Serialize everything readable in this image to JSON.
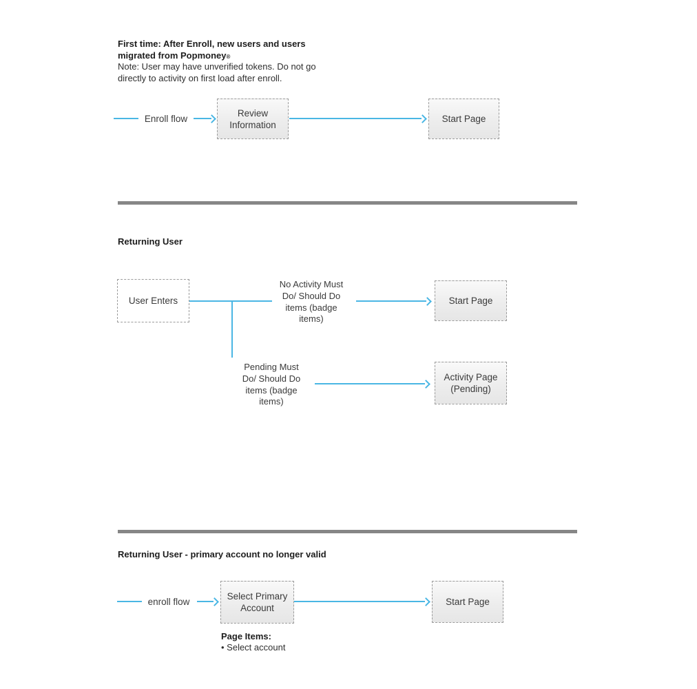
{
  "colors": {
    "arrow_blue": "#49b6e4",
    "divider_gray": "#868686",
    "box_border_gray": "#9a9a9a",
    "box_fill_gray": "#ededed",
    "text_dark": "#3a3a3a"
  },
  "sections": {
    "first_time": {
      "title": "First time: After Enroll, new users and users\nmigrated from Popmoney",
      "trademark": "®",
      "note": "Note: User may have unverified tokens. Do not go\ndirectly to activity on first load after enroll.",
      "flow_label": "Enroll flow",
      "review_box": "Review\nInformation",
      "start_box": "Start Page"
    },
    "returning_user": {
      "title": "Returning User",
      "user_enters_box": "User Enters",
      "no_activity_label": "No Activity Must\nDo/ Should Do\nitems (badge\nitems)",
      "start_box": "Start Page",
      "pending_label": "Pending Must\nDo/ Should Do\nitems (badge\nitems)",
      "activity_box": "Activity Page\n(Pending)"
    },
    "returning_invalid": {
      "title": "Returning User - primary account no longer valid",
      "flow_label": "enroll flow",
      "select_primary_box": "Select Primary\nAccount",
      "start_box": "Start Page",
      "page_items_title": "Page Items:",
      "page_items_bullet": "• Select account"
    }
  }
}
